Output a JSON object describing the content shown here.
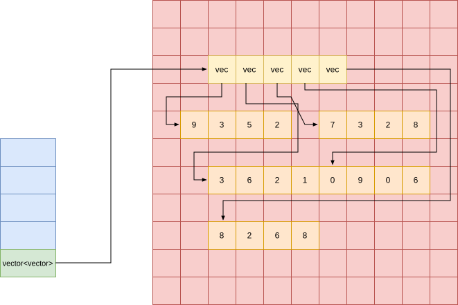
{
  "colors": {
    "grid_fill": "#f8cecc",
    "grid_stroke": "#b85450",
    "stack_fill": "#dae8fc",
    "stack_stroke": "#6c8ebf",
    "stack_label_fill": "#d5e8d4",
    "stack_label_stroke": "#82b366",
    "vec_fill": "#fff2cc",
    "vec_stroke": "#d6b656",
    "data_fill": "#ffe6cc",
    "data_stroke": "#d79b00",
    "arrow": "#000000"
  },
  "stack": {
    "label": "vector<vector>"
  },
  "vec_row": {
    "cells": [
      "vec",
      "vec",
      "vec",
      "vec",
      "vec"
    ]
  },
  "arrays": [
    {
      "values": [
        "9",
        "3",
        "5",
        "2"
      ]
    },
    {
      "values": [
        "7",
        "3",
        "2",
        "8"
      ]
    },
    {
      "values": [
        "3",
        "6",
        "2",
        "1",
        "0",
        "9",
        "0",
        "6"
      ]
    },
    {
      "values": [
        "8",
        "2",
        "6",
        "8"
      ]
    }
  ]
}
